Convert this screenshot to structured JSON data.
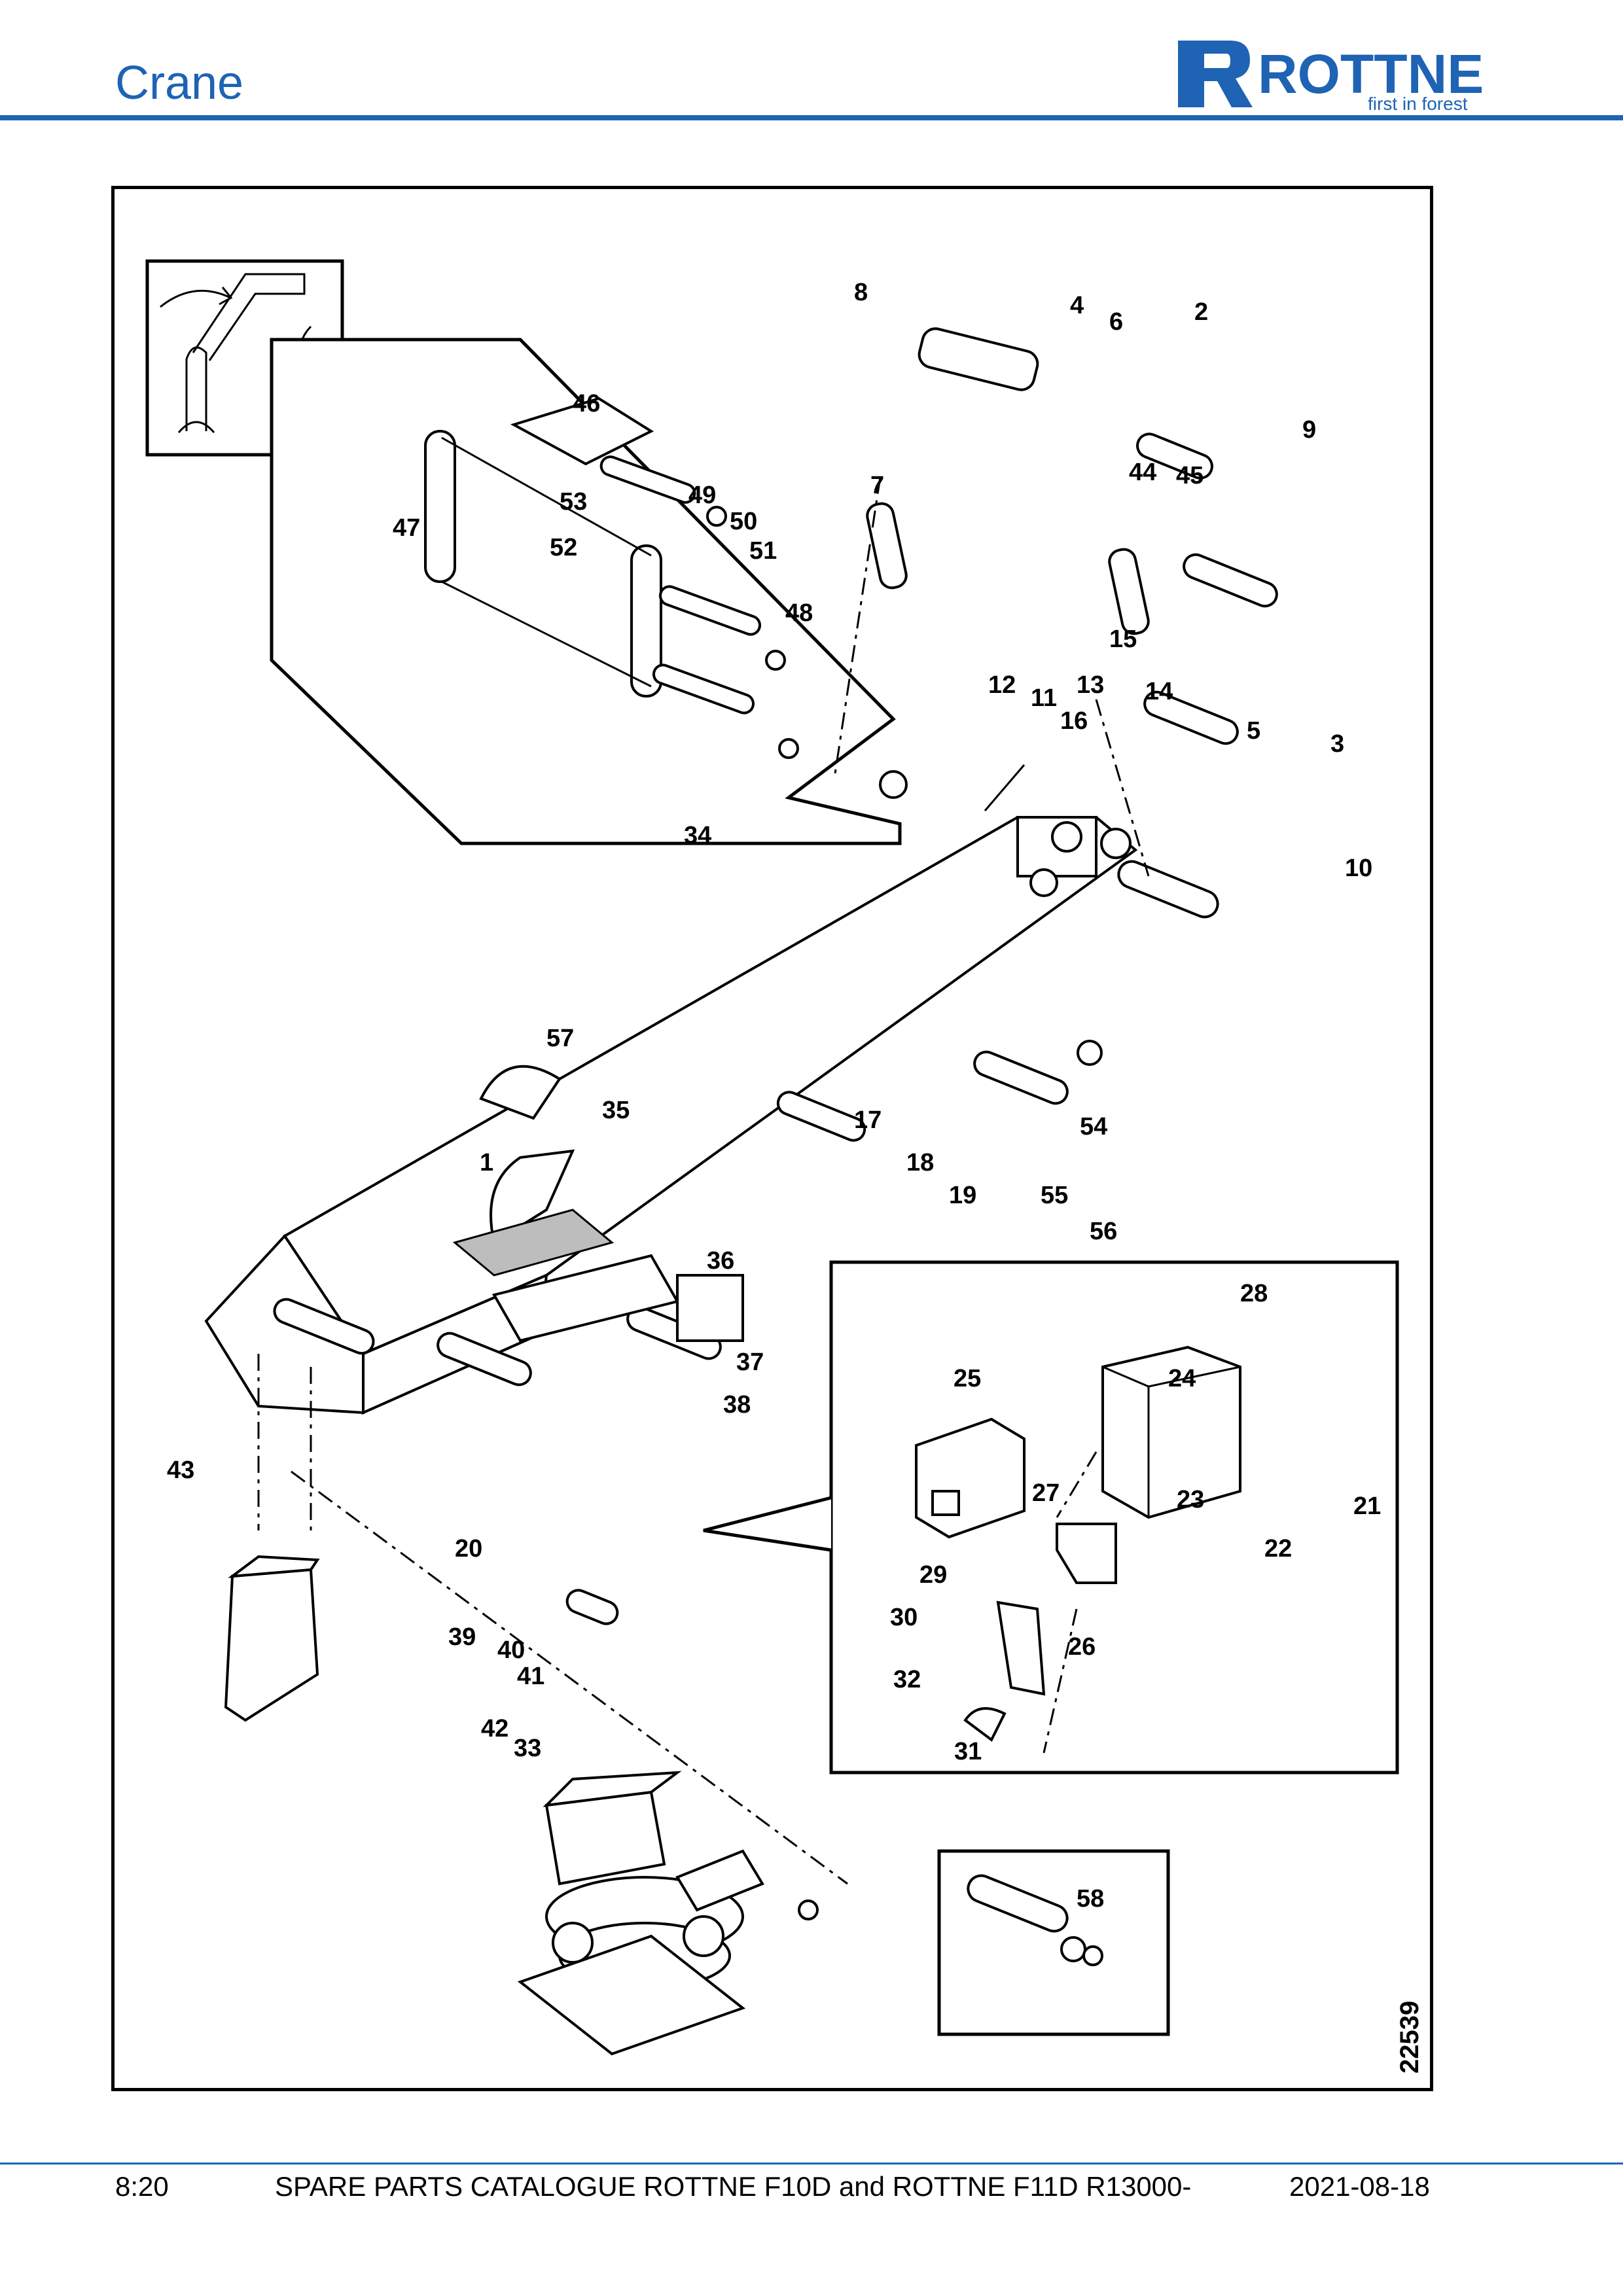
{
  "header": {
    "section_title": "Crane",
    "brand": "ROTTNE",
    "tagline": "first in forest"
  },
  "colors": {
    "accent": "#1e63b4",
    "line": "#000000"
  },
  "diagram": {
    "drawing_number": "22539",
    "labels": [
      "1",
      "2",
      "3",
      "4",
      "5",
      "6",
      "7",
      "8",
      "9",
      "10",
      "11",
      "12",
      "13",
      "14",
      "15",
      "16",
      "17",
      "18",
      "19",
      "20",
      "21",
      "22",
      "23",
      "24",
      "25",
      "26",
      "27",
      "28",
      "29",
      "30",
      "31",
      "32",
      "33",
      "34",
      "35",
      "36",
      "37",
      "38",
      "39",
      "40",
      "41",
      "42",
      "43",
      "44",
      "45",
      "46",
      "47",
      "48",
      "49",
      "50",
      "51",
      "52",
      "53",
      "54",
      "55",
      "56",
      "57",
      "58"
    ]
  },
  "footer": {
    "page": "8:20",
    "title": "SPARE PARTS CATALOGUE ROTTNE F10D and ROTTNE F11D R13000-",
    "date": "2021-08-18"
  }
}
